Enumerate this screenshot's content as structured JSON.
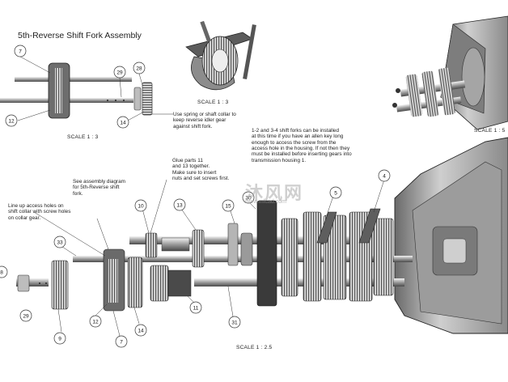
{
  "title": "5th-Reverse Shift Fork Assembly",
  "scales": [
    "SCALE 1 : 3",
    "SCALE 1 : 3",
    "SCALE 1 : 5",
    "SCALE 1 : 2.5"
  ],
  "notes": {
    "spring": [
      "Use spring or shaft collar to",
      "keep reverse idler gear",
      "against shift fork."
    ],
    "forks": [
      "1-2 and 3-4 shift forks can be installed",
      "at this time if you have an allen key long",
      "enough to access the screw from the",
      "access hole in the housing. If not then they",
      "must be installed before inserting gears into",
      "transmission housing 1."
    ],
    "glue": [
      "Glue parts 11",
      "and 13 together.",
      "Make sure to insert",
      "nuts and set screws first."
    ],
    "see_diagram": [
      "See assembly diagram",
      "for 5th-Reverse shift",
      "fork."
    ],
    "line_up": [
      "Line up access holes on",
      "shift collar with screw holes",
      "on collar gear."
    ]
  },
  "callouts": [
    "7",
    "29",
    "28",
    "12",
    "14",
    "4",
    "5",
    "30",
    "15",
    "13",
    "10",
    "33",
    "8",
    "29",
    "9",
    "12",
    "7",
    "14",
    "11",
    "31"
  ],
  "watermark": {
    "text": "沐风网",
    "url": "www.mfcad.com"
  }
}
